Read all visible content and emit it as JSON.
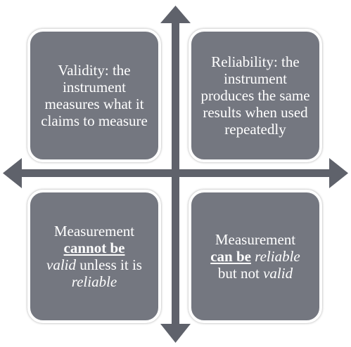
{
  "colors": {
    "box_fill": "#747780",
    "box_border": "#ffffff",
    "arrow": "#5f626b"
  },
  "quadrants": {
    "top_left": {
      "text": "Validity: the instrument measures what it claims to measure"
    },
    "top_right": {
      "text": "Reliability: the instrument produces the same results when used repeatedly"
    },
    "bottom_left": {
      "line1": "Measurement",
      "emph": "cannot be",
      "italic1": "valid",
      "mid": " unless it is ",
      "italic2": "reliable"
    },
    "bottom_right": {
      "line1": "Measurement",
      "emph": "can be",
      "italic1": "reliable",
      "mid": "but not ",
      "italic2": "valid"
    }
  }
}
